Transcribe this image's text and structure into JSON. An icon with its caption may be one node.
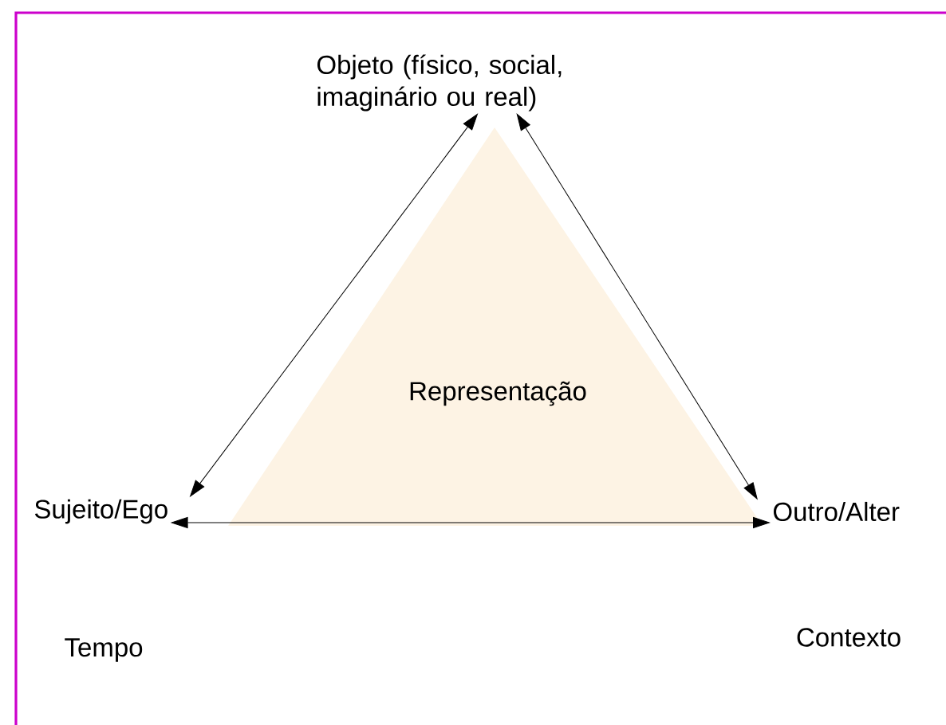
{
  "diagram": {
    "nodes": [
      {
        "text": [
          "Objeto (físico, social, imaginário ou real)"
        ]
      },
      {
        "text": [
          "Representação"
        ]
      },
      {
        "text": [
          "Sujeito/Ego"
        ]
      },
      {
        "text": [
          "Outro/Alter"
        ]
      }
    ],
    "edges": [
      {
        "from": 2,
        "to": 0,
        "arrow": "both"
      },
      {
        "from": 0,
        "to": 3,
        "arrow": "both"
      },
      {
        "from": 2,
        "to": 3,
        "arrow": "both"
      }
    ],
    "labels": [
      "Tempo",
      "Contexto"
    ]
  }
}
